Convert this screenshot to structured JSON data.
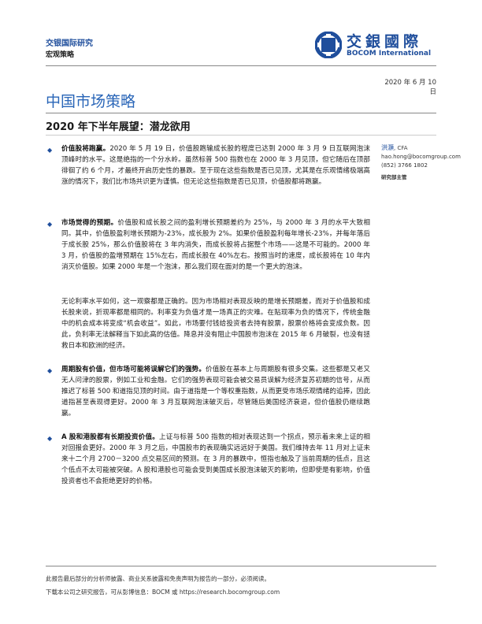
{
  "header": {
    "company": "交银国际研究",
    "report_type": "宏观策略",
    "logo_cn": "交銀國際",
    "logo_en": "BOCOM International"
  },
  "date": "2020 年 6 月 10 日",
  "title": "中国市场策略",
  "subtitle": "2020 年下半年展望：潜龙欲用",
  "author": {
    "name": "洪灝",
    "credential": ", CFA",
    "email": "hao.hong@bocomgroup.com",
    "phone": "(852) 3766 1802",
    "role": "研究部主管"
  },
  "paragraphs": [
    {
      "lead": "价值股将跑赢。",
      "text": "2020 年 5 月 19 日，价值股跑输成长股的程度已达到 2000 年 3 月 9 日互联网泡沫顶峰时的水平。这是绝指的一个分水岭。虽然标普 500 指数也在 2000 年 3 月见顶，但它随后在顶部徘徊了约 6 个月，才最终开启历史性的暴跌。至于现在这些指数是否已见顶，尤其是在乐观情绪极端高涨的情况下，我们比市场共识更为谨慎。但无论这些指数是否已见顶，价值股都将跑赢。"
    },
    {
      "lead": "市场觉得的预期。",
      "text": "价值股和成长股之间的盈利增长预期差约为 25%，与 2000 年 3 月的水平大致相同。其中，价值股盈利增长预期为-23%，成长股为 2%。如果价值股盈利每年增长-23%，并每年落后于成长股 25%，那么价值股将在 3 年内消失，而成长股将占据整个市场——这是不可能的。2000 年 3 月，价值股的盈增预期在 15%左右，而成长股在 40%左右。按照当时的速度，成长股将在 10 年内消灭价值股。如果 2000 年是一个泡沫，那么我们现在面对的是一个更大的泡沫。"
    },
    {
      "lead": "",
      "text": "无论利率水平如何，这一观察都是正确的。因为市场相对表现反映的是增长预期差，而对于价值股和成长股来说，折现率都是相同的。利率变为负值才是一场真正的灾难。在贴现率为负的情况下，传统金融中的机会成本将变成“机会收益”。如此，市场要付钱给投资者去持有股票，股票价格将会变成负数。因此，负利率无法解释当下如此高的估值。降息并没有阻止中国股市泡沫在 2015 年 6 月破裂，也没有拯救日本和欧洲的经济。"
    },
    {
      "lead": "周期股有价值，但市场可能将误解它们的强势。",
      "text": "价值股在基本上与周期股有很多交集。这些都是又老又无人问津的股票，例如工业和金融。它们的强势表现可能会被交易员误解为经济复苏初期的信号，从而推迟了标普 500 和道指见顶的时间。由于道指是一个等权重指数，从而更受市场乐观情绪的追捧，因此道指甚至表现得更好。2000 年 3 月互联网泡沫破灭后，尽管随后美国经济衰退，但价值股仍继续跑赢。"
    },
    {
      "lead": "A 股和港股都有长期投资价值。",
      "text": "上证与标普 500 指数的相对表现达到一个拐点，预示着未来上证的相对回报会更好。2000 年 3 月之后，中国股市的表现确实远远好于美国。我们维持去年 11 月对上证未来十二个月 2700－3200 点交易区间的预测。在 3 月的暴跌中，恒指也触及了当前周期的低点，且这个低点不太可能被突破。A 股和港股也可能会受到美国成长股泡沫破灭的影响，但即使是有影响，价值投资者也不会拒绝更好的价格。"
    }
  ],
  "footer": {
    "line1": "此报告最后部分的分析师披露、商业关系披露和免责声明为报告的一部分，必须阅读。",
    "line2": "下载本公司之研究报告，可从彭博信息：BOCM 或 https://research.bocomgroup.com"
  },
  "colors": {
    "brand": "#1f4e9c",
    "title": "#2a66b8"
  },
  "icons": {
    "bullet": "diamond-bullet-icon",
    "logo": "bocom-logo-icon"
  }
}
